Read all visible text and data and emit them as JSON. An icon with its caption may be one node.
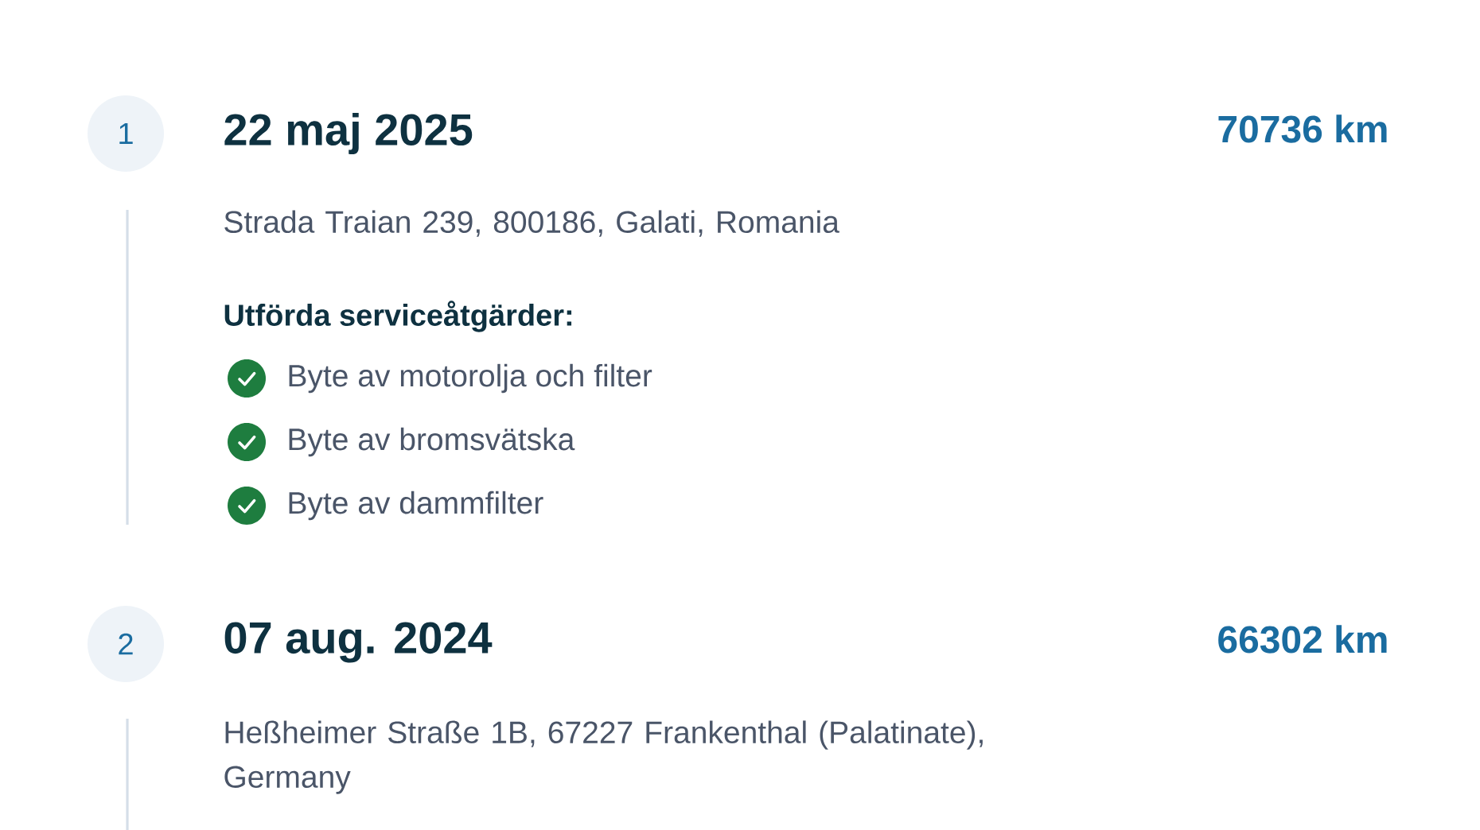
{
  "diagram": {
    "nodes": [
      {
        "text": [
          "1"
        ]
      },
      {
        "text": [
          "2"
        ]
      }
    ],
    "labels": [
      "22 maj 2025",
      "70736 km",
      "Strada Traian 239, 800186, Galati, Romania",
      "Utförda serviceåtgärder:",
      "Byte av motorolja och filter",
      "Byte av bromsvätska",
      "Byte av dammfilter",
      "07 aug. 2024",
      "66302 km",
      "Heßheimer Straße 1B, 67227 Frankenthal (Palatinate), Germany"
    ]
  }
}
